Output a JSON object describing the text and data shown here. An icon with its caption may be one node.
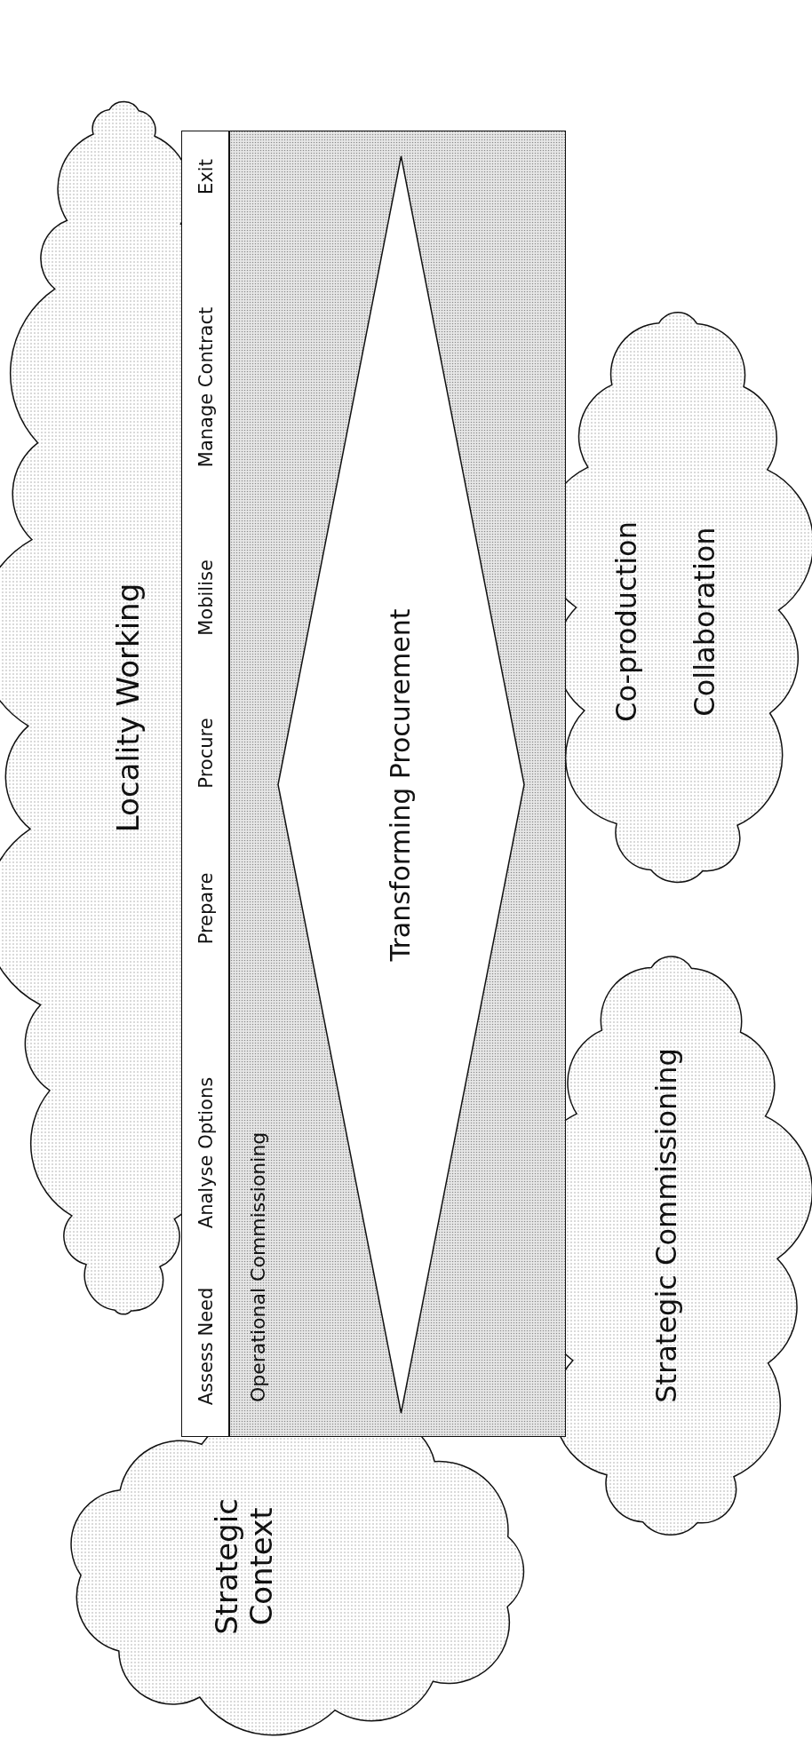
{
  "diagram": {
    "nodes": [
      {
        "text": [
          "Strategic Context"
        ]
      },
      {
        "text": [
          "Locality Working"
        ]
      },
      {
        "text": [
          "Co-production",
          "Collaboration"
        ]
      },
      {
        "text": [
          "Strategic Commissioning"
        ]
      },
      {
        "text": [
          "Assess Need",
          "Analyse Options",
          "Prepare",
          "Procure",
          "Mobilise",
          "Manage Contract",
          "Exit"
        ]
      },
      {
        "text": [
          "Operational Commissioning"
        ]
      },
      {
        "text": [
          "Transforming Procurement"
        ],
        "in": 5
      }
    ]
  }
}
